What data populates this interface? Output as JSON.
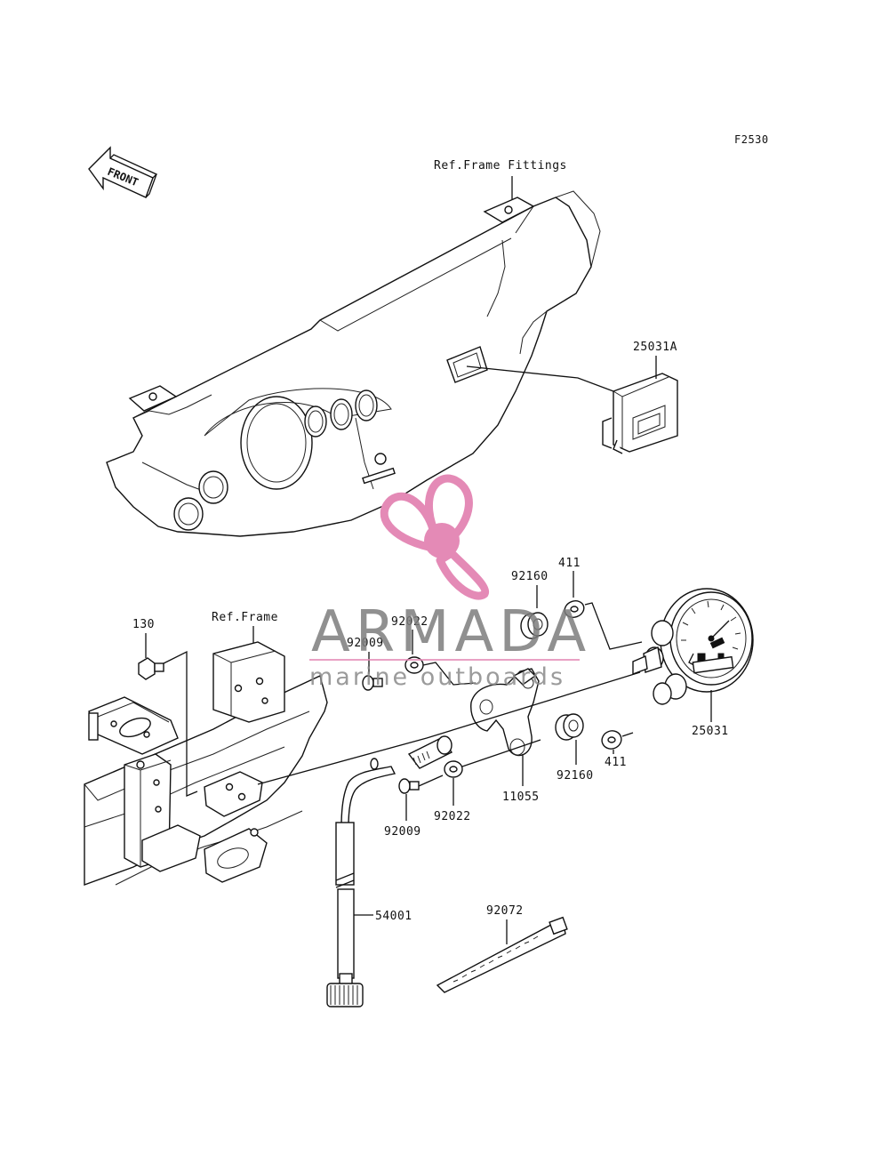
{
  "figure_code": "F2530",
  "front_marker": "FRONT",
  "ref_labels": {
    "frame_fittings": "Ref.Frame Fittings",
    "frame": "Ref.Frame"
  },
  "watermark": {
    "brand": "ARMADA",
    "tagline": "marine outboards",
    "accent_color": "#e48ab6"
  },
  "parts": [
    {
      "id": "part-25031A",
      "number": "25031A"
    },
    {
      "id": "part-130",
      "number": "130"
    },
    {
      "id": "part-92009-upper",
      "number": "92009"
    },
    {
      "id": "part-92022-upper",
      "number": "92022"
    },
    {
      "id": "part-92160-upper",
      "number": "92160"
    },
    {
      "id": "part-411-upper",
      "number": "411"
    },
    {
      "id": "part-25031",
      "number": "25031"
    },
    {
      "id": "part-411-lower",
      "number": "411"
    },
    {
      "id": "part-92160-lower",
      "number": "92160"
    },
    {
      "id": "part-11055",
      "number": "11055"
    },
    {
      "id": "part-92022-lower",
      "number": "92022"
    },
    {
      "id": "part-92009-lower",
      "number": "92009"
    },
    {
      "id": "part-54001",
      "number": "54001"
    },
    {
      "id": "part-92072",
      "number": "92072"
    }
  ]
}
